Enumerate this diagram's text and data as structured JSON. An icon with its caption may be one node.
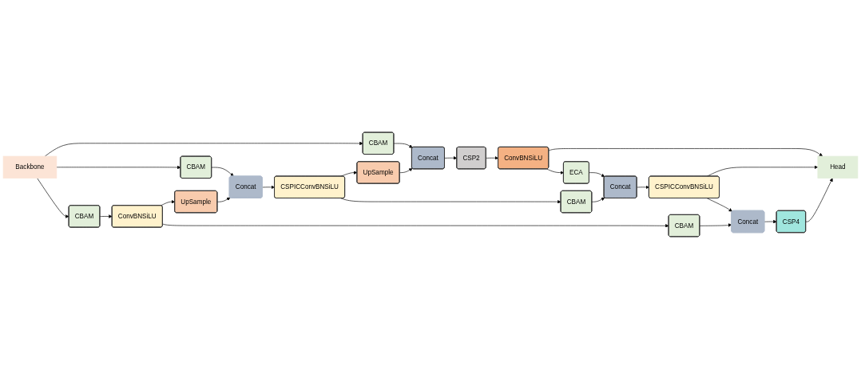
{
  "diagram": {
    "nodes": [
      {
        "text": [
          "Backbone"
        ]
      },
      {
        "text": [
          "CBAM"
        ]
      },
      {
        "text": [
          "CBAM"
        ]
      },
      {
        "text": [
          "CBAM"
        ]
      },
      {
        "text": [
          "CSP2"
        ]
      },
      {
        "text": [
          "Concat"
        ]
      },
      {
        "text": [
          "UpSample"
        ]
      },
      {
        "text": [
          "CSPICConvBNSiLU"
        ]
      },
      {
        "text": [
          "Concat"
        ]
      },
      {
        "text": [
          "UpSample"
        ]
      },
      {
        "text": [
          "ConvBNSiLU"
        ]
      },
      {
        "text": [
          "CBAM"
        ]
      },
      {
        "text": [
          "CBAM"
        ]
      },
      {
        "text": [
          "ConvBNSiLU"
        ]
      },
      {
        "text": [
          "ECA"
        ]
      },
      {
        "text": [
          "Concat"
        ]
      },
      {
        "text": [
          "CSPICConvBNSiLU"
        ]
      },
      {
        "text": [
          "Concat"
        ]
      },
      {
        "text": [
          "CSP4"
        ]
      },
      {
        "text": [
          "Head"
        ]
      }
    ],
    "edges": [
      {
        "from": 0,
        "to": 1,
        "arrow": "to"
      },
      {
        "from": 0,
        "to": 2,
        "arrow": "to"
      },
      {
        "from": 0,
        "to": 3,
        "arrow": "to"
      },
      {
        "from": 1,
        "to": 5,
        "arrow": "to"
      },
      {
        "from": 5,
        "to": 4,
        "arrow": "to"
      },
      {
        "from": 6,
        "to": 5,
        "arrow": "to"
      },
      {
        "from": 7,
        "to": 6,
        "arrow": "to"
      },
      {
        "from": 8,
        "to": 7,
        "arrow": "to"
      },
      {
        "from": 2,
        "to": 8,
        "arrow": "to"
      },
      {
        "from": 9,
        "to": 8,
        "arrow": "to"
      },
      {
        "from": 10,
        "to": 9,
        "arrow": "to"
      },
      {
        "from": 3,
        "to": 10,
        "arrow": "to"
      },
      {
        "from": 4,
        "to": 13,
        "arrow": "to"
      },
      {
        "from": 13,
        "to": 19,
        "arrow": "to"
      },
      {
        "from": 13,
        "to": 14,
        "arrow": "to"
      },
      {
        "from": 14,
        "to": 15,
        "arrow": "to"
      },
      {
        "from": 7,
        "to": 11,
        "arrow": "to"
      },
      {
        "from": 11,
        "to": 15,
        "arrow": "to"
      },
      {
        "from": 15,
        "to": 16,
        "arrow": "to"
      },
      {
        "from": 16,
        "to": 19,
        "arrow": "to"
      },
      {
        "from": 16,
        "to": 17,
        "arrow": "to"
      },
      {
        "from": 10,
        "to": 12,
        "arrow": "to"
      },
      {
        "from": 12,
        "to": 17,
        "arrow": "to"
      },
      {
        "from": 17,
        "to": 18,
        "arrow": "to"
      },
      {
        "from": 18,
        "to": 19,
        "arrow": "to"
      }
    ]
  }
}
